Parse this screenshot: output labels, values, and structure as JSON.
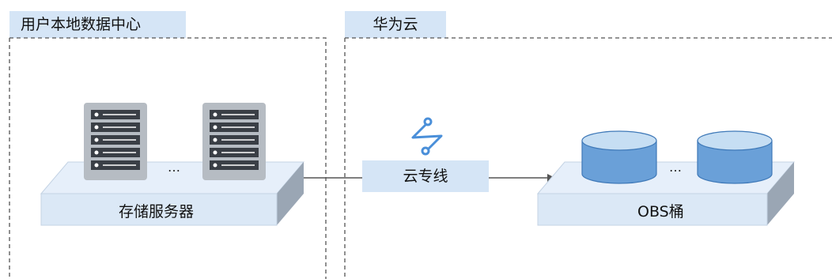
{
  "regions": {
    "left_title": "用户本地数据中心",
    "right_title": "华为云"
  },
  "nodes": {
    "servers_label": "存储服务器",
    "obs_label": "OBS桶",
    "ellipsis": "…"
  },
  "connection": {
    "label": "云专线"
  },
  "colors": {
    "tab_fill": "#d5e5f6",
    "platform_top": "#e6effa",
    "platform_front": "#dbe8f6",
    "platform_side": "#9aa6b4",
    "server_body": "#b6bcc3",
    "server_slot": "#3a3f46",
    "bucket_body": "#6aa0d8",
    "bucket_top": "#c6def3",
    "line_icon": "#4a8fd9"
  }
}
